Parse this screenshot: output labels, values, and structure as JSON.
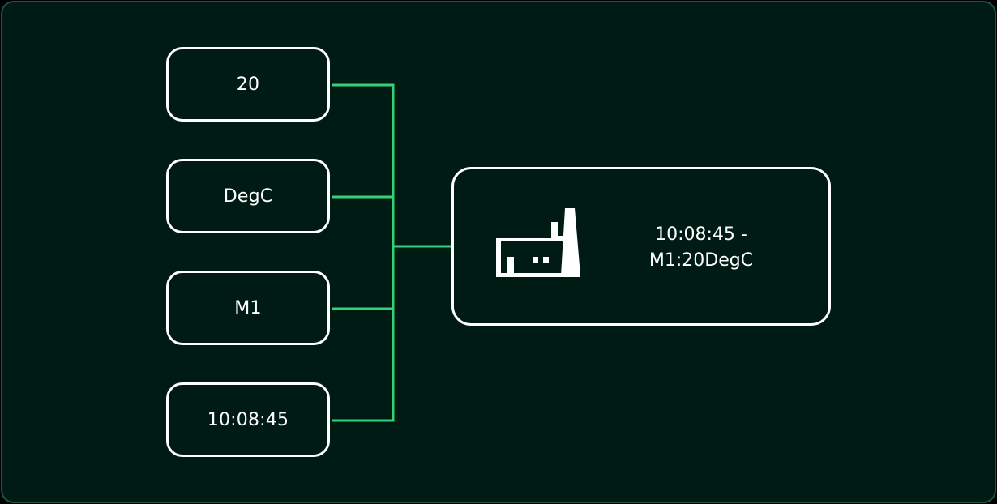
{
  "inputs": [
    {
      "label": "20"
    },
    {
      "label": "DegC"
    },
    {
      "label": "M1"
    },
    {
      "label": "10:08:45"
    }
  ],
  "output": {
    "icon": "factory-icon",
    "line1": "10:08:45 -",
    "line2": "M1:20DegC"
  },
  "colors": {
    "background": "#001a14",
    "frame_border": "#1e5446",
    "connector": "#33d17a",
    "box_border": "#ffffff",
    "text": "#ffffff"
  }
}
